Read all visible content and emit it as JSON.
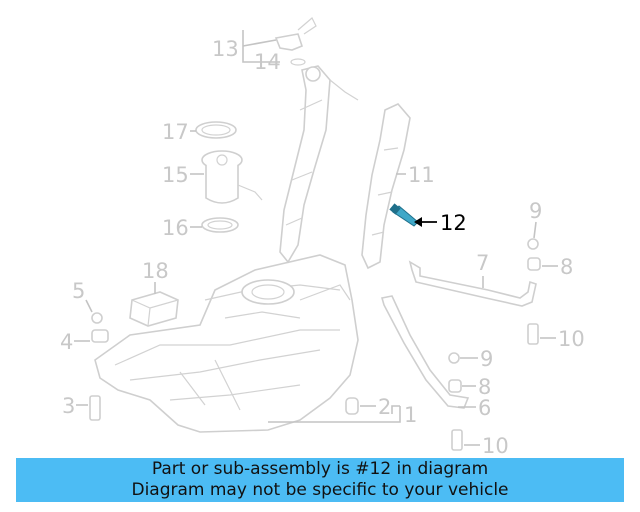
{
  "diagram": {
    "highlighted_part": "12",
    "colors": {
      "linework": "#cfcfcf",
      "highlight": "#3fa8c8",
      "caption_background": "#4cbcf4"
    },
    "callouts": {
      "c13": "13",
      "c14": "14",
      "c17": "17",
      "c15": "15",
      "c16": "16",
      "c18": "18",
      "c5": "5",
      "c4": "4",
      "c3": "3",
      "c11": "11",
      "c12": "12",
      "c9a": "9",
      "c8a": "8",
      "c7": "7",
      "c10a": "10",
      "c9b": "9",
      "c8b": "8",
      "c2": "2",
      "c1": "1",
      "c6": "6",
      "c10b": "10"
    }
  },
  "caption": {
    "line1": "Part or sub-assembly is #12 in diagram",
    "line2": "Diagram may not be specific to your vehicle"
  }
}
